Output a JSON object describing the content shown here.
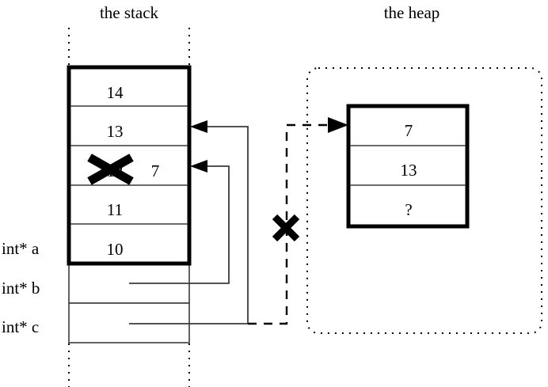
{
  "titles": {
    "stack": "the stack",
    "heap": "the heap"
  },
  "stack": {
    "cells": [
      {
        "value": "14",
        "struck": false
      },
      {
        "value": "13",
        "struck": false
      },
      {
        "value": "12",
        "struck": true,
        "new_value": "7"
      },
      {
        "value": "11",
        "struck": false
      },
      {
        "value": "10",
        "struck": false
      }
    ],
    "variables": [
      {
        "label": "int* a",
        "value": ""
      },
      {
        "label": "int* b",
        "value": ""
      },
      {
        "label": "int* c",
        "value": ""
      }
    ]
  },
  "heap": {
    "cells": [
      {
        "value": "7"
      },
      {
        "value": "13"
      },
      {
        "value": "?"
      }
    ]
  },
  "markers": {
    "invalidated_pointer": "x-mark",
    "struck_value": "strike-through"
  },
  "colors": {
    "ink": "#000000",
    "thin_line": "#3a3a3a",
    "background": "#ffffff"
  }
}
